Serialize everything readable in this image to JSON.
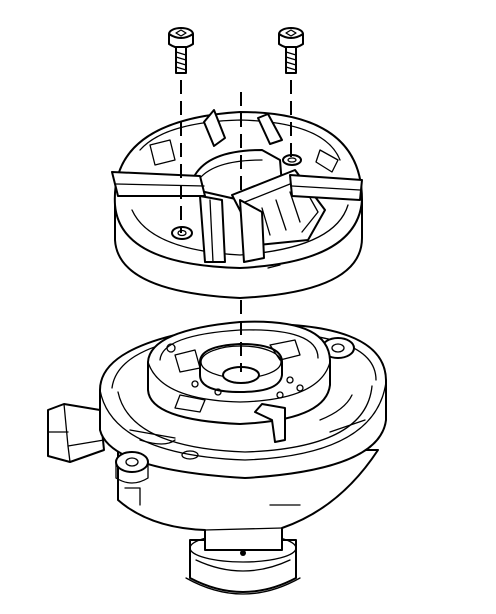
{
  "figure": {
    "parts": [
      {
        "name": "retaining-screw",
        "count": 2
      },
      {
        "name": "rotor"
      },
      {
        "name": "distributor-housing"
      }
    ],
    "colors": {
      "line": "#000000",
      "background": "#ffffff"
    }
  }
}
